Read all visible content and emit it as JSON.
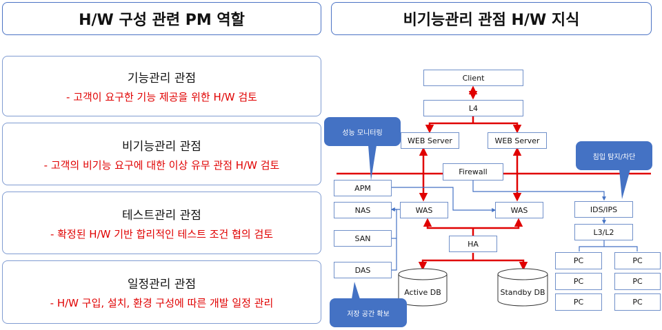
{
  "headers": {
    "left": "H/W 구성 관련 PM 역할",
    "right": "비기능관리 관점 H/W 지식"
  },
  "cards": [
    {
      "title": "기능관리 관점",
      "sub": "- 고객이 요구한 기능 제공을 위한 H/W 검토"
    },
    {
      "title": "비기능관리 관점",
      "sub": "- 고객의 비기능 요구에 대한 이상 유무 관점 H/W 검토"
    },
    {
      "title": "테스트관리 관점",
      "sub": "- 확정된 H/W 기반 합리적인 테스트 조건 협의 검토"
    },
    {
      "title": "일정관리 관점",
      "sub": "- H/W 구입, 설치, 환경 구성에 따른 개발 일정 관리"
    }
  ],
  "diagram": {
    "client": "Client",
    "l4": "L4",
    "web1": "WEB Server",
    "web2": "WEB Server",
    "firewall": "Firewall",
    "apm": "APM",
    "nas": "NAS",
    "san": "SAN",
    "das": "DAS",
    "was1": "WAS",
    "was2": "WAS",
    "ha": "HA",
    "db_active": "Active DB",
    "db_standby": "Standby DB",
    "ids": "IDS/IPS",
    "l3": "L3/L2",
    "pc": [
      "PC",
      "PC",
      "PC",
      "PC",
      "PC",
      "PC"
    ],
    "callout_perf": "성능 모니터링",
    "callout_intrusion": "침입 탐지/차단",
    "callout_storage": "저장 공간 확보"
  },
  "colors": {
    "accent": "#4472c4",
    "highlight": "#e00000"
  }
}
